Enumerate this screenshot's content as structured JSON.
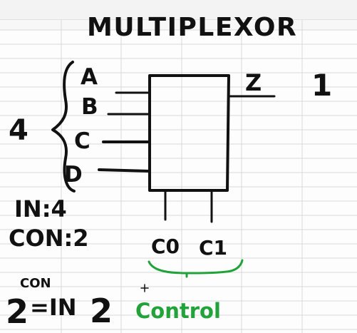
{
  "title": "MULTIPLEXOR",
  "group_count": "4",
  "inputs": [
    "A",
    "B",
    "C",
    "D"
  ],
  "output_label": "Z",
  "output_count": "1",
  "summary": {
    "in_line": "IN:4",
    "con_line": "CON:2"
  },
  "controls": [
    "C0",
    "C1"
  ],
  "control_label": "Control",
  "formula": {
    "base": "2",
    "exponent": "CON",
    "equals_in": "=IN",
    "value": "2"
  },
  "colors": {
    "ink": "#111111",
    "accent_green": "#22a33a",
    "grid_lines": "#d9d9d9"
  }
}
